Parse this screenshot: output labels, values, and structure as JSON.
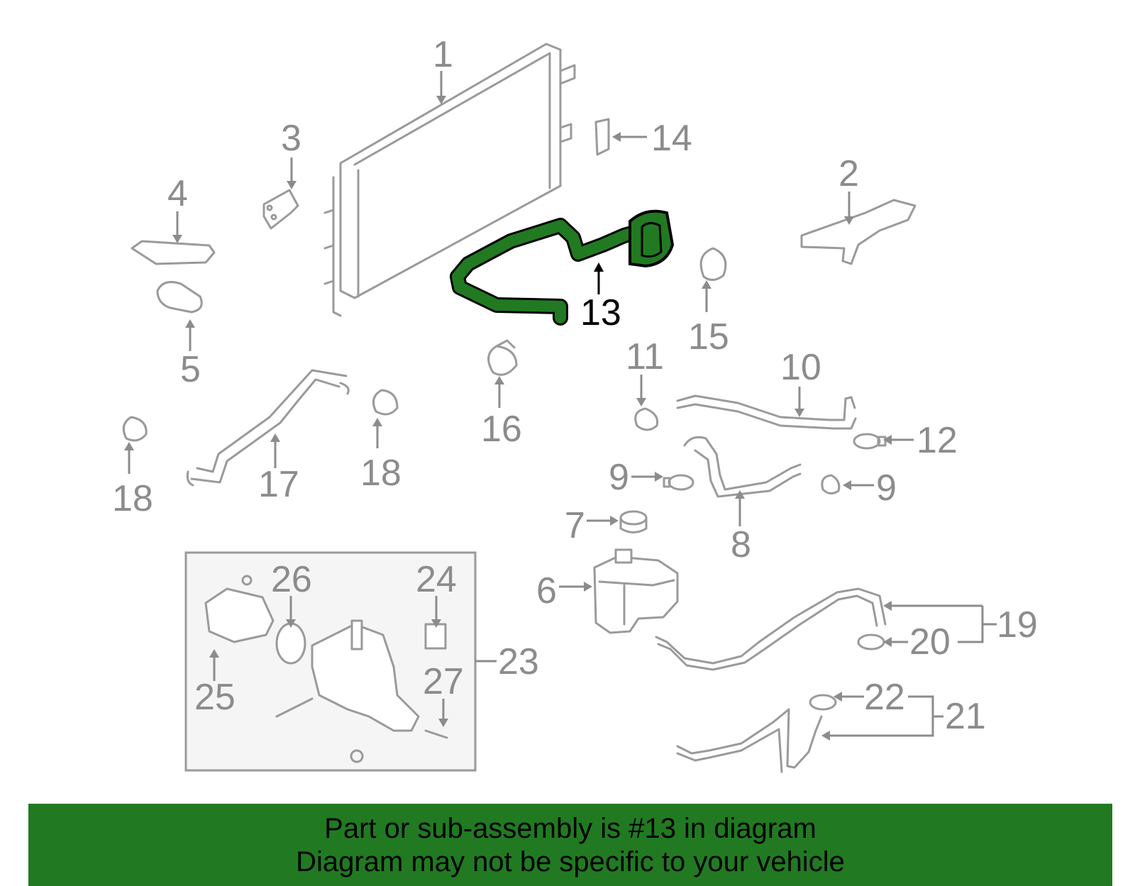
{
  "highlight_color": "#217a21",
  "parts": [
    {
      "label": "1"
    },
    {
      "label": "2"
    },
    {
      "label": "3"
    },
    {
      "label": "4"
    },
    {
      "label": "5"
    },
    {
      "label": "6"
    },
    {
      "label": "7"
    },
    {
      "label": "8"
    },
    {
      "label": "9"
    },
    {
      "label": "9"
    },
    {
      "label": "10"
    },
    {
      "label": "11"
    },
    {
      "label": "12"
    },
    {
      "label": "13",
      "highlighted": true
    },
    {
      "label": "14"
    },
    {
      "label": "15"
    },
    {
      "label": "16"
    },
    {
      "label": "17"
    },
    {
      "label": "18"
    },
    {
      "label": "18"
    },
    {
      "label": "19"
    },
    {
      "label": "20"
    },
    {
      "label": "21"
    },
    {
      "label": "22"
    },
    {
      "label": "23"
    },
    {
      "label": "24"
    },
    {
      "label": "25"
    },
    {
      "label": "26"
    },
    {
      "label": "27"
    }
  ],
  "banner": {
    "line1": "Part or sub-assembly is #13 in diagram",
    "line2": "Diagram may not be specific to your vehicle"
  }
}
